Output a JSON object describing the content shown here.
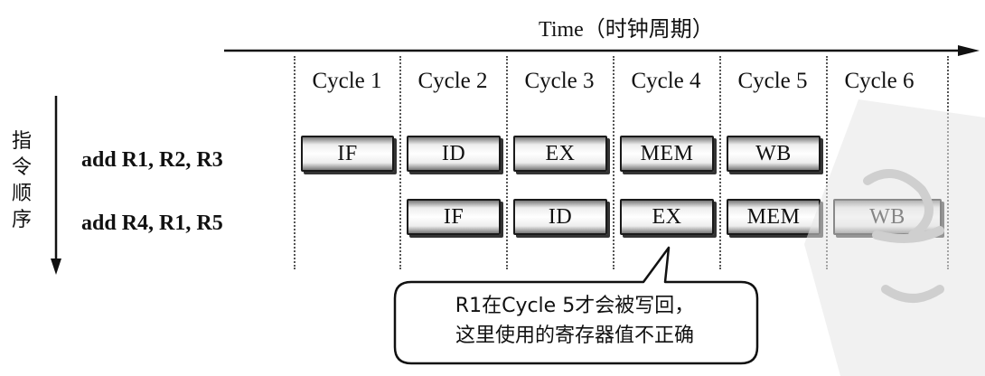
{
  "time_label": "Time（时钟周期）",
  "order_label": "指令顺序",
  "cycles": [
    "Cycle 1",
    "Cycle 2",
    "Cycle 3",
    "Cycle 4",
    "Cycle 5",
    "Cycle 6"
  ],
  "instructions": [
    {
      "text": "add R1, R2, R3",
      "stages": [
        "IF",
        "ID",
        "EX",
        "MEM",
        "WB"
      ]
    },
    {
      "text": "add R4, R1, R5",
      "stages": [
        "IF",
        "ID",
        "EX",
        "MEM",
        "WB"
      ]
    }
  ],
  "note": {
    "line1": "R1在Cycle 5才会被写回，",
    "line2": "这里使用的寄存器值不正确"
  }
}
